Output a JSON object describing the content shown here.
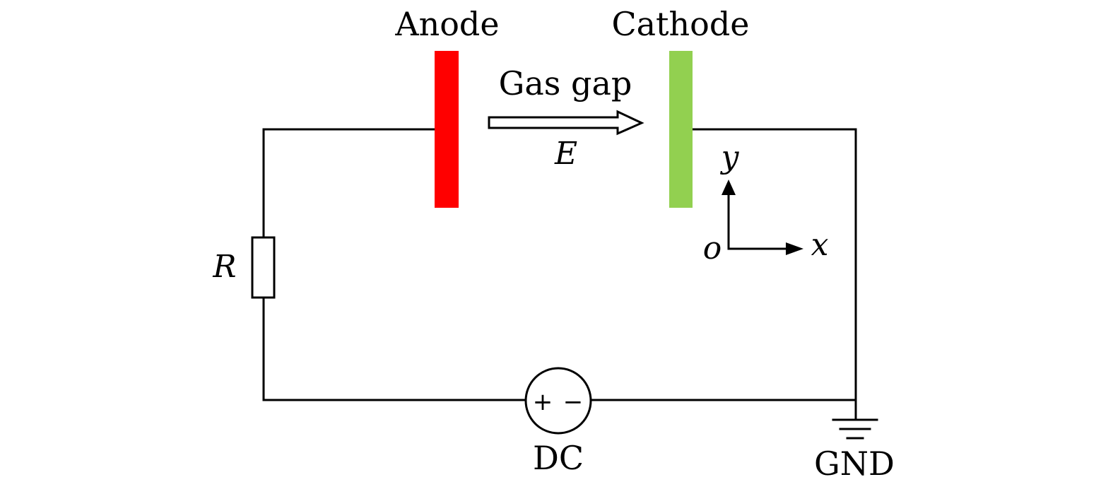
{
  "labels": {
    "anode": "Anode",
    "cathode": "Cathode",
    "gas_gap": "Gas gap",
    "field": "E",
    "resistor": "R",
    "source": "DC",
    "ground": "GND",
    "axis_origin": "o",
    "axis_x": "x",
    "axis_y": "y",
    "source_plus": "+",
    "source_minus": "−"
  },
  "colors": {
    "anode": "#ff0000",
    "cathode": "#92d050",
    "wire": "#000000"
  }
}
